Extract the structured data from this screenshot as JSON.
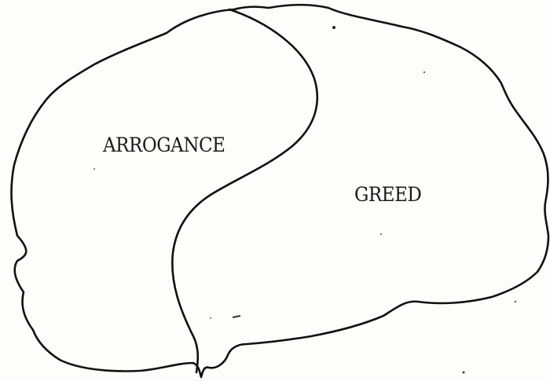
{
  "regions": [
    {
      "id": "arrogance",
      "label": "ARROGANCE"
    },
    {
      "id": "greed",
      "label": "GREED"
    }
  ]
}
